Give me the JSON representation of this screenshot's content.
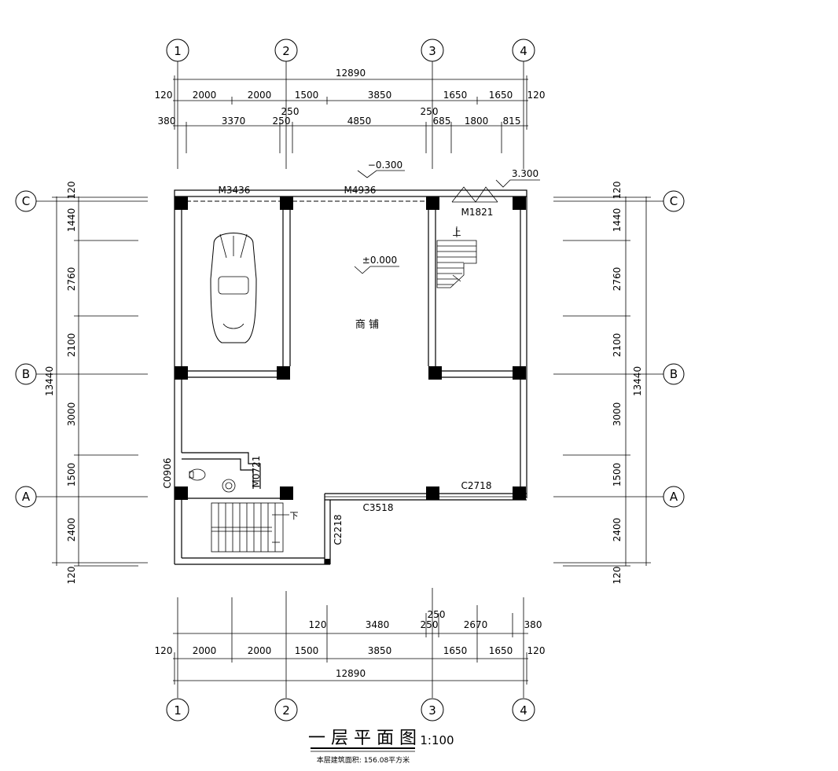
{
  "axes": {
    "numbers": [
      "1",
      "2",
      "3",
      "4"
    ],
    "letters": [
      "C",
      "B",
      "A"
    ]
  },
  "dims_top": {
    "total": "12890",
    "row1": [
      "120",
      "2000",
      "2000",
      "1500",
      "3850",
      "1650",
      "1650",
      "120"
    ],
    "row2": [
      "380",
      "3370",
      "250",
      "250",
      "4850",
      "250",
      "685",
      "1800",
      "815"
    ]
  },
  "dims_bottom": {
    "total": "12890",
    "row1": [
      "120",
      "2000",
      "2000",
      "1500",
      "3850",
      "1650",
      "1650",
      "120"
    ],
    "row2": [
      "120",
      "3480",
      "250",
      "250",
      "2670",
      "380"
    ]
  },
  "dims_left": {
    "total": "13440",
    "segs": [
      "120",
      "1440",
      "2760",
      "2100",
      "3000",
      "1500",
      "2400",
      "120"
    ]
  },
  "dims_right": {
    "total": "13440",
    "segs": [
      "120",
      "1440",
      "2760",
      "2100",
      "3000",
      "1500",
      "2400",
      "120"
    ]
  },
  "levels": {
    "outside": "−0.300",
    "floor": "±0.000",
    "right": "3.300"
  },
  "labels": {
    "door1": "M3436",
    "door2": "M4936",
    "door3": "M1821",
    "door4": "M0721",
    "win1": "C0906",
    "win2": "C3518",
    "win3": "C2718",
    "win4": "C2218",
    "shop": "商  铺",
    "up": "上",
    "down": "下"
  },
  "title": {
    "main": "一 层 平 面 图",
    "scale": "1:100",
    "area": "本层建筑面积: 156.08平方米"
  }
}
